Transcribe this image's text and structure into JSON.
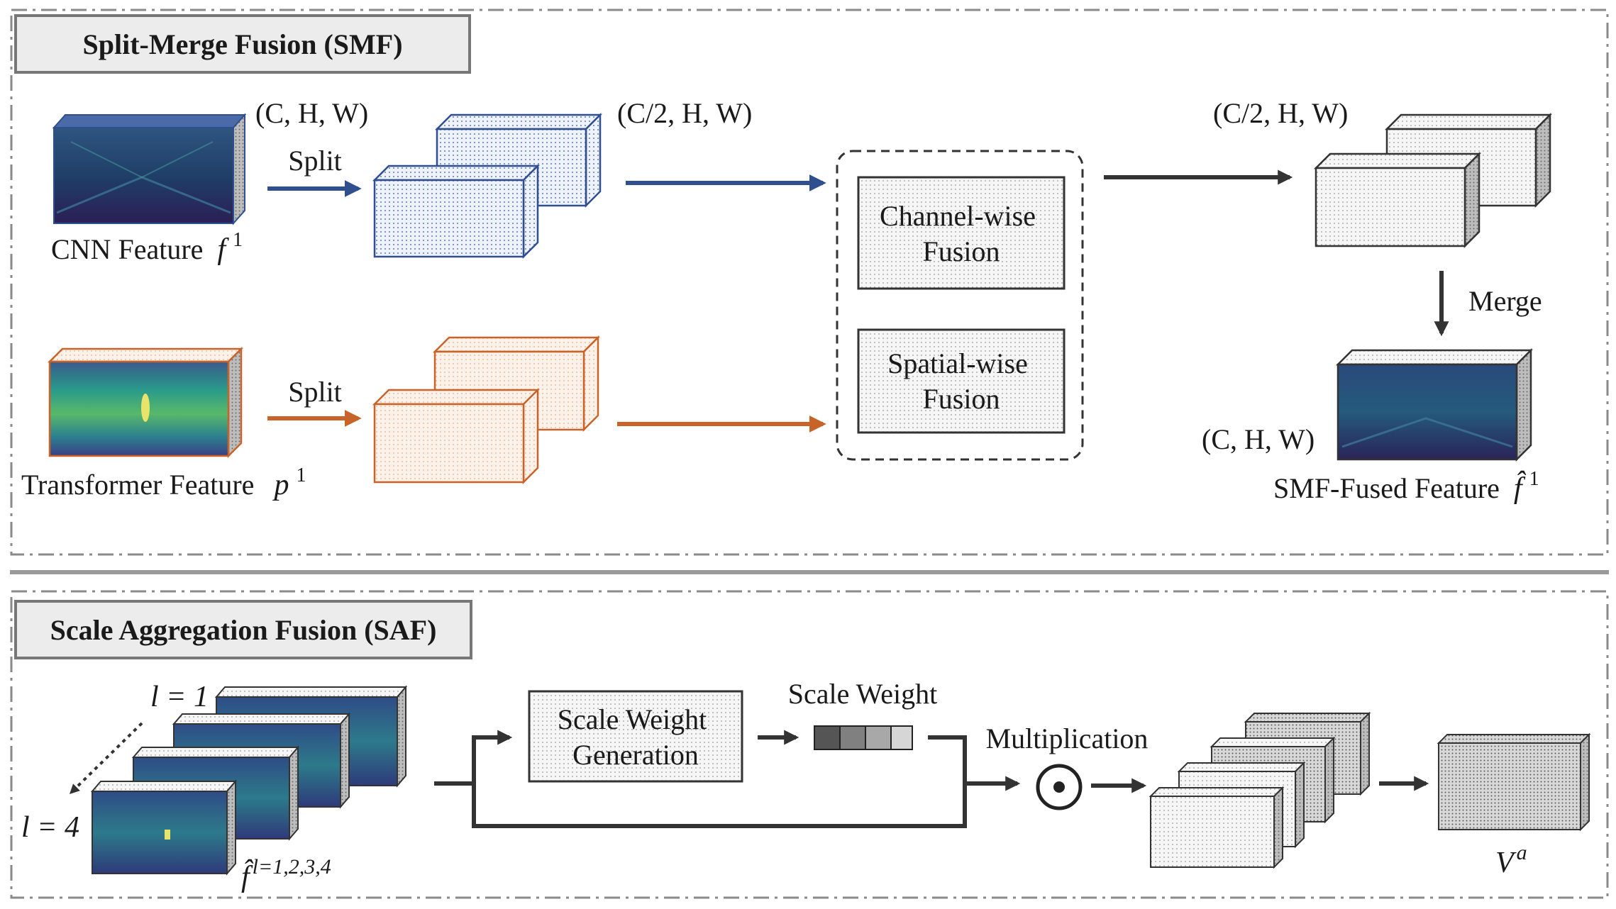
{
  "smf": {
    "title": "Split-Merge Fusion (SMF)",
    "dim_input": "(C, H, W)",
    "dim_half_top": "(C/2, H, W)",
    "dim_half_right": "(C/2, H, W)",
    "dim_output": "(C, H, W)",
    "split_top": "Split",
    "split_bottom": "Split",
    "cnn_label": "CNN Feature",
    "cnn_symbol": "f",
    "cnn_sup": "1",
    "transformer_label": "Transformer Feature",
    "transformer_symbol": "p",
    "transformer_sup": "1",
    "channel_fusion_line1": "Channel-wise",
    "channel_fusion_line2": "Fusion",
    "spatial_fusion_line1": "Spatial-wise",
    "spatial_fusion_line2": "Fusion",
    "merge_label": "Merge",
    "fused_label": "SMF-Fused Feature",
    "fused_symbol": "f̂",
    "fused_sup": "1"
  },
  "saf": {
    "title": "Scale Aggregation Fusion (SAF)",
    "level_top": "l = 1",
    "level_bottom": "l = 4",
    "stack_symbol": "f̂",
    "stack_sup": "l=1,2,3,4",
    "scale_gen_line1": "Scale Weight",
    "scale_gen_line2": "Generation",
    "scale_weight_label": "Scale Weight",
    "multiplication_label": "Multiplication",
    "output_symbol": "V",
    "output_sup": "a"
  },
  "colors": {
    "cnn_blue": "#2f4f8f",
    "transformer_orange": "#c8642a",
    "arrow_dark": "#333333",
    "panel_border": "#777777",
    "title_box_fill": "#ececec"
  }
}
